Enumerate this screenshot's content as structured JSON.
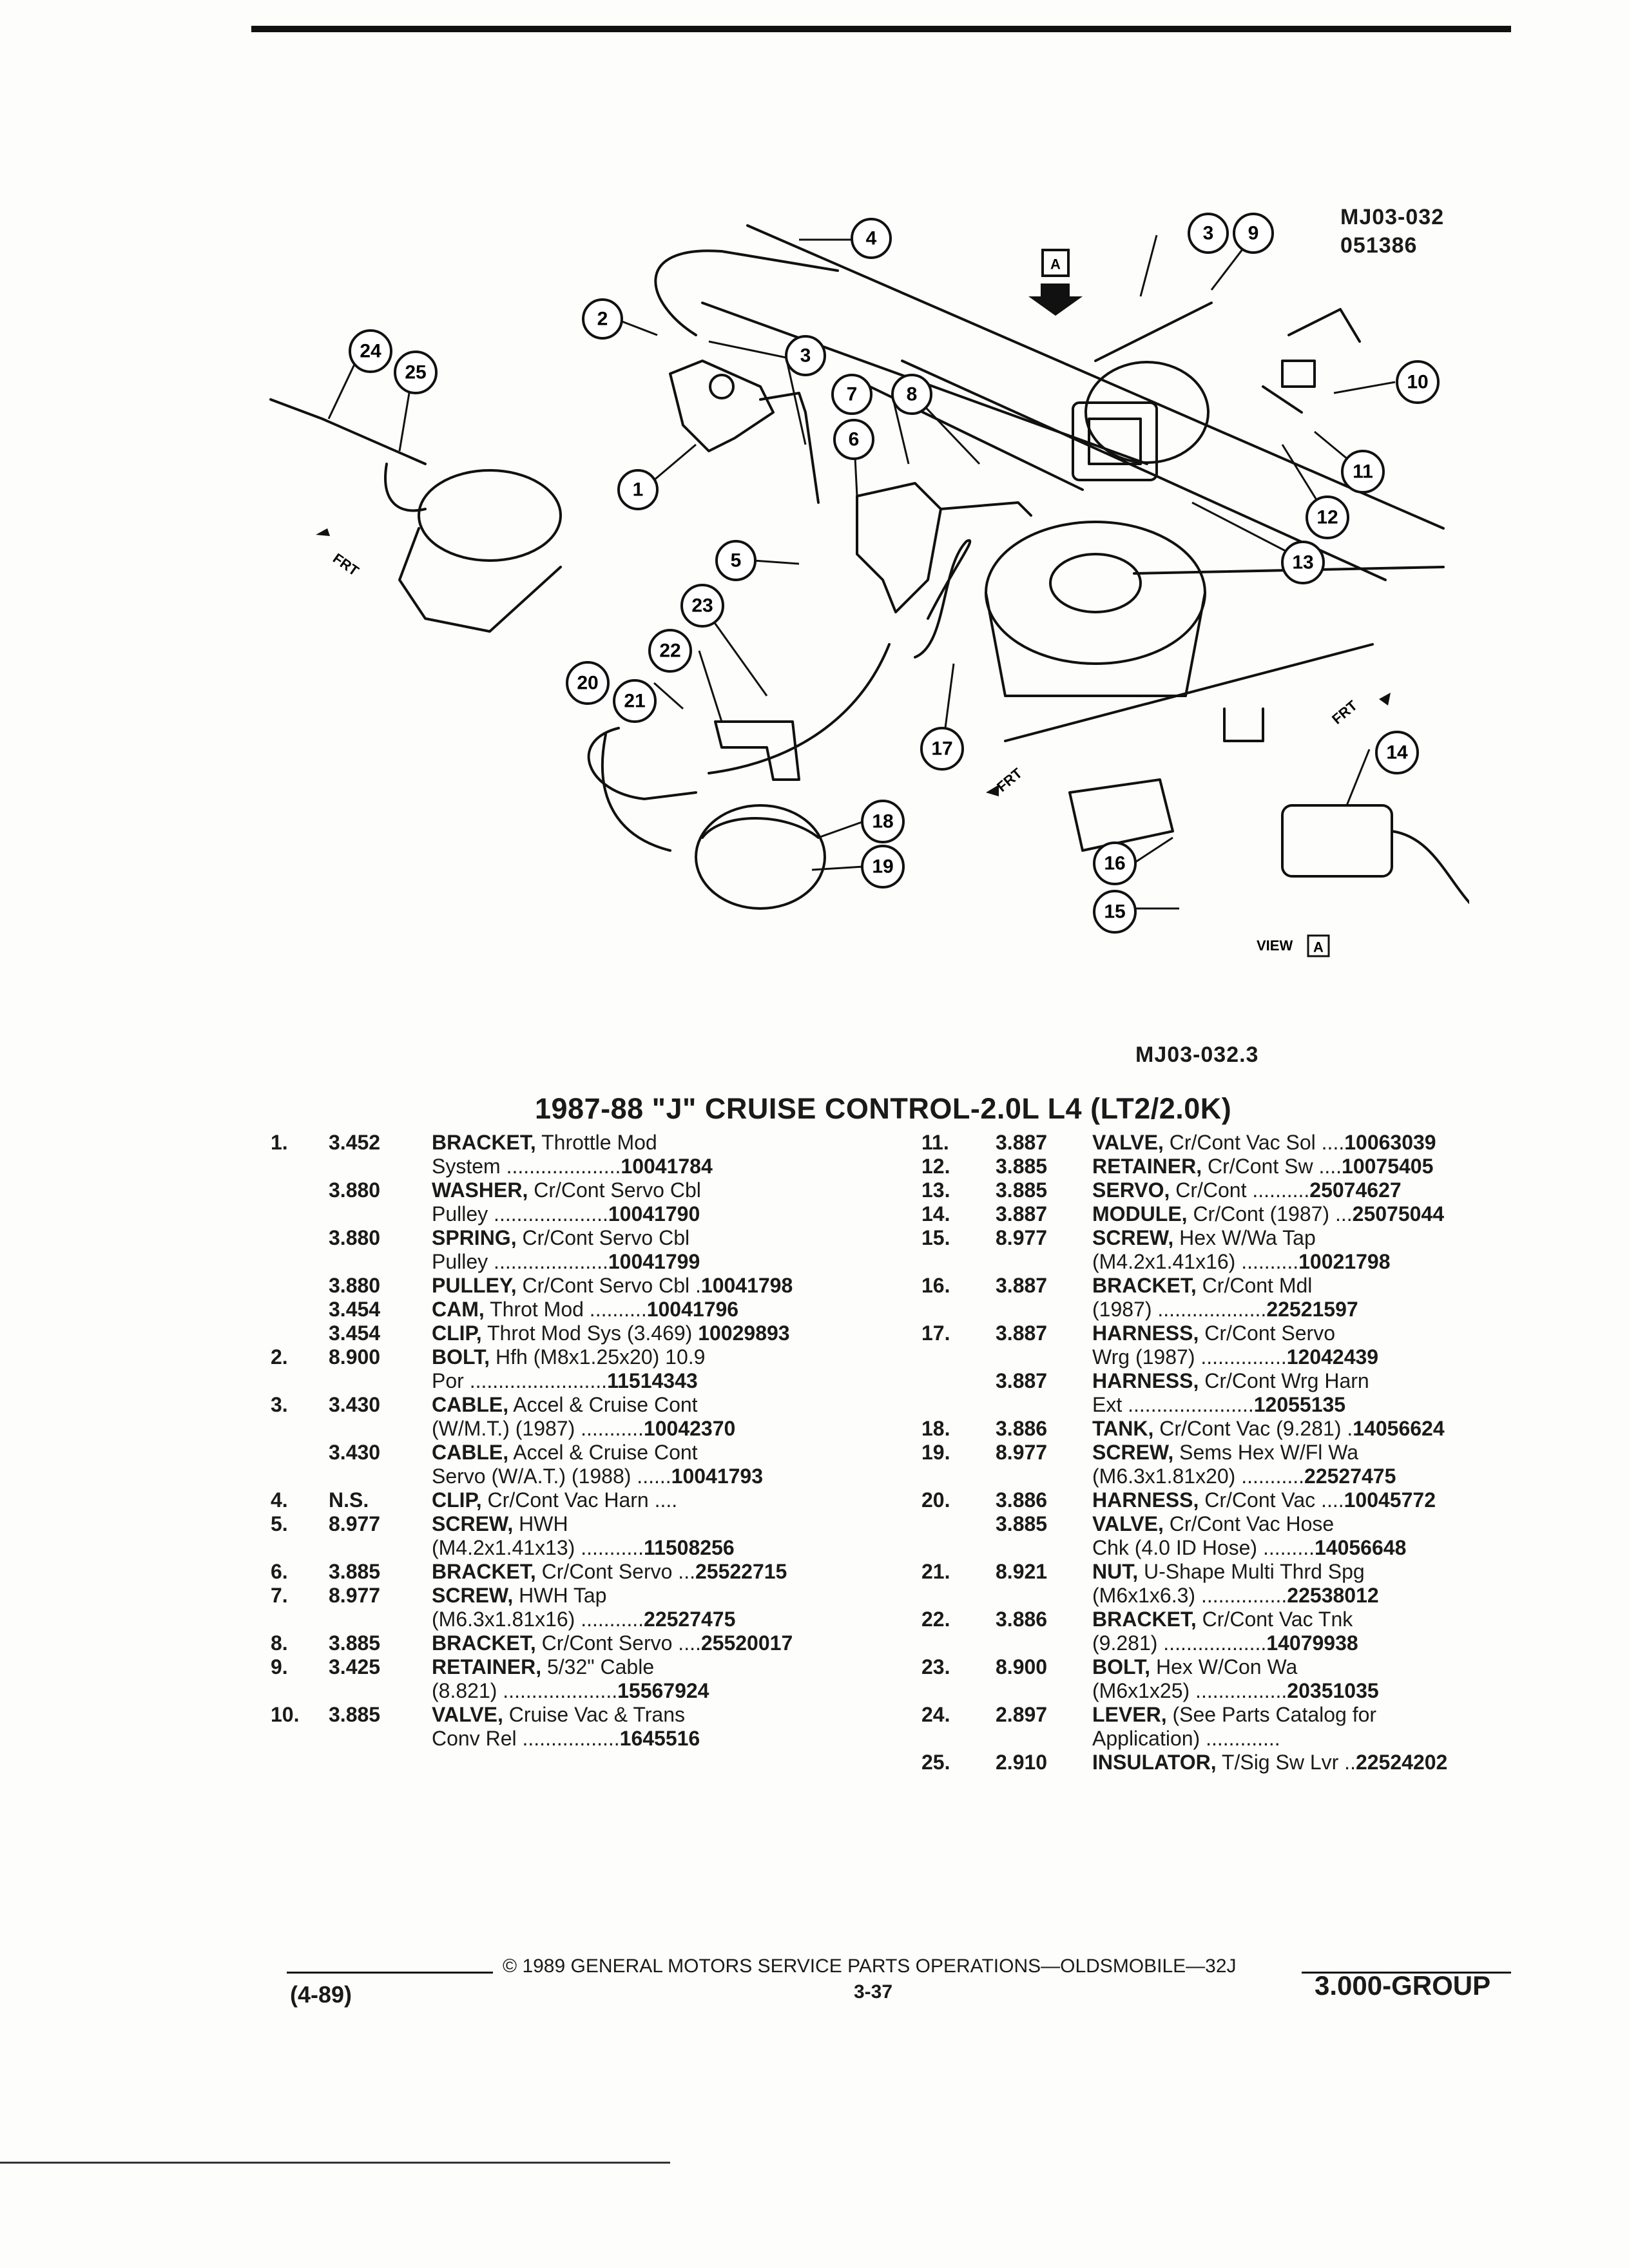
{
  "diagram": {
    "codes": [
      "MJ03-032",
      "051386",
      "MJ03-032.3"
    ],
    "view_label": "VIEW",
    "view_letter": "A",
    "frt": "FRT",
    "callouts": [
      "1",
      "2",
      "3",
      "3",
      "4",
      "5",
      "6",
      "7",
      "8",
      "9",
      "10",
      "11",
      "12",
      "13",
      "14",
      "15",
      "16",
      "17",
      "18",
      "19",
      "20",
      "21",
      "22",
      "23",
      "24",
      "25"
    ]
  },
  "title": "1987-88 \"J\" CRUISE CONTROL-2.0L L4 (LT2/2.0K)",
  "parts_left": [
    {
      "num": "1.",
      "group": "3.452",
      "name": "BRACKET,",
      "desc": " Throttle Mod",
      "desc2": "System ....................",
      "part": "10041784"
    },
    {
      "num": "",
      "group": "3.880",
      "name": "WASHER,",
      "desc": " Cr/Cont Servo Cbl",
      "desc2": "Pulley ....................",
      "part": "10041790"
    },
    {
      "num": "",
      "group": "3.880",
      "name": "SPRING,",
      "desc": " Cr/Cont Servo Cbl",
      "desc2": "Pulley ....................",
      "part": "10041799"
    },
    {
      "num": "",
      "group": "3.880",
      "name": "PULLEY,",
      "desc": " Cr/Cont Servo Cbl .",
      "desc2": "",
      "part": "10041798"
    },
    {
      "num": "",
      "group": "3.454",
      "name": "CAM,",
      "desc": " Throt Mod ..........",
      "desc2": "",
      "part": "10041796"
    },
    {
      "num": "",
      "group": "3.454",
      "name": "CLIP,",
      "desc": " Throt Mod Sys (3.469) ",
      "desc2": "",
      "part": "10029893"
    },
    {
      "num": "2.",
      "group": "8.900",
      "name": "BOLT,",
      "desc": " Hfh (M8x1.25x20) 10.9",
      "desc2": "Por ........................",
      "part": "11514343"
    },
    {
      "num": "3.",
      "group": "3.430",
      "name": "CABLE,",
      "desc": " Accel & Cruise Cont",
      "desc2": "(W/M.T.) (1987) ...........",
      "part": "10042370"
    },
    {
      "num": "",
      "group": "3.430",
      "name": "CABLE,",
      "desc": " Accel & Cruise Cont",
      "desc2": "Servo (W/A.T.) (1988) ......",
      "part": "10041793"
    },
    {
      "num": "4.",
      "group": "N.S.",
      "name": "CLIP,",
      "desc": " Cr/Cont Vac Harn ....",
      "desc2": "",
      "part": ""
    },
    {
      "num": "5.",
      "group": "8.977",
      "name": "SCREW,",
      "desc": " HWH",
      "desc2": "(M4.2x1.41x13) ...........",
      "part": "11508256"
    },
    {
      "num": "6.",
      "group": "3.885",
      "name": "BRACKET,",
      "desc": " Cr/Cont Servo ...",
      "desc2": "",
      "part": "25522715"
    },
    {
      "num": "7.",
      "group": "8.977",
      "name": "SCREW,",
      "desc": " HWH Tap",
      "desc2": "(M6.3x1.81x16) ...........",
      "part": "22527475"
    },
    {
      "num": "8.",
      "group": "3.885",
      "name": "BRACKET,",
      "desc": " Cr/Cont Servo ....",
      "desc2": "",
      "part": "25520017"
    },
    {
      "num": "9.",
      "group": "3.425",
      "name": "RETAINER,",
      "desc": " 5/32\" Cable",
      "desc2": "(8.821) ....................",
      "part": "15567924"
    },
    {
      "num": "10.",
      "group": "3.885",
      "name": "VALVE,",
      "desc": " Cruise Vac & Trans",
      "desc2": "Conv Rel .................",
      "part": "1645516"
    }
  ],
  "parts_right": [
    {
      "num": "11.",
      "group": "3.887",
      "name": "VALVE,",
      "desc": " Cr/Cont Vac Sol ....",
      "desc2": "",
      "part": "10063039"
    },
    {
      "num": "12.",
      "group": "3.885",
      "name": "RETAINER,",
      "desc": " Cr/Cont Sw ....",
      "desc2": "",
      "part": "10075405"
    },
    {
      "num": "13.",
      "group": "3.885",
      "name": "SERVO,",
      "desc": " Cr/Cont ..........",
      "desc2": "",
      "part": "25074627"
    },
    {
      "num": "14.",
      "group": "3.887",
      "name": "MODULE,",
      "desc": " Cr/Cont (1987) ...",
      "desc2": "",
      "part": "25075044"
    },
    {
      "num": "15.",
      "group": "8.977",
      "name": "SCREW,",
      "desc": " Hex W/Wa Tap",
      "desc2": "(M4.2x1.41x16) ..........",
      "part": "10021798"
    },
    {
      "num": "16.",
      "group": "3.887",
      "name": "BRACKET,",
      "desc": " Cr/Cont Mdl",
      "desc2": "(1987) ...................",
      "part": "22521597"
    },
    {
      "num": "17.",
      "group": "3.887",
      "name": "HARNESS,",
      "desc": " Cr/Cont Servo",
      "desc2": "Wrg (1987) ...............",
      "part": "12042439"
    },
    {
      "num": "",
      "group": "3.887",
      "name": "HARNESS,",
      "desc": " Cr/Cont Wrg Harn",
      "desc2": "Ext ......................",
      "part": "12055135"
    },
    {
      "num": "18.",
      "group": "3.886",
      "name": "TANK,",
      "desc": " Cr/Cont Vac (9.281) .",
      "desc2": "",
      "part": "14056624"
    },
    {
      "num": "19.",
      "group": "8.977",
      "name": "SCREW,",
      "desc": " Sems Hex W/Fl Wa",
      "desc2": "(M6.3x1.81x20) ...........",
      "part": "22527475"
    },
    {
      "num": "20.",
      "group": "3.886",
      "name": "HARNESS,",
      "desc": " Cr/Cont Vac ....",
      "desc2": "",
      "part": "10045772"
    },
    {
      "num": "",
      "group": "3.885",
      "name": "VALVE,",
      "desc": " Cr/Cont Vac Hose",
      "desc2": "Chk (4.0 ID Hose) .........",
      "part": "14056648"
    },
    {
      "num": "21.",
      "group": "8.921",
      "name": "NUT,",
      "desc": " U-Shape Multi Thrd Spg",
      "desc2": "(M6x1x6.3) ...............",
      "part": "22538012"
    },
    {
      "num": "22.",
      "group": "3.886",
      "name": "BRACKET,",
      "desc": " Cr/Cont Vac Tnk",
      "desc2": "(9.281) ..................",
      "part": "14079938"
    },
    {
      "num": "23.",
      "group": "8.900",
      "name": "BOLT,",
      "desc": " Hex W/Con Wa",
      "desc2": "(M6x1x25) ................",
      "part": "20351035"
    },
    {
      "num": "24.",
      "group": "2.897",
      "name": "LEVER,",
      "desc": " (See Parts Catalog for",
      "desc2": "Application) .............",
      "part": ""
    },
    {
      "num": "25.",
      "group": "2.910",
      "name": "INSULATOR,",
      "desc": " T/Sig Sw Lvr ..",
      "desc2": "",
      "part": "22524202"
    }
  ],
  "footer": {
    "copyright": "© 1989 GENERAL MOTORS SERVICE PARTS OPERATIONS—OLDSMOBILE—32J",
    "page": "3-37",
    "date": "(4-89)",
    "group": "3.000-GROUP"
  }
}
